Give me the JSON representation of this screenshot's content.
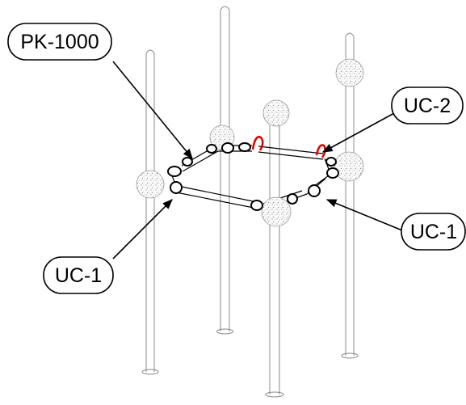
{
  "callouts": [
    {
      "id": "pk-1000",
      "text": "PK-1000"
    },
    {
      "id": "uc-2",
      "text": "UC-2"
    },
    {
      "id": "uc-1-left",
      "text": "UC-1"
    },
    {
      "id": "uc-1-right",
      "text": "UC-1"
    }
  ],
  "colors": {
    "line": "#000000",
    "post": "#8a8a8a",
    "ball": "#bdbdbd",
    "highlight": "#e00000",
    "background": "#ffffff"
  }
}
